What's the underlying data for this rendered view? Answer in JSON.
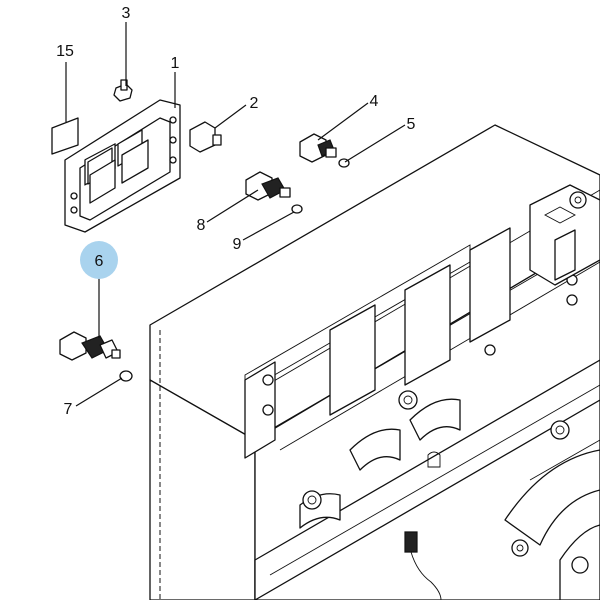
{
  "callouts": [
    {
      "id": "c1",
      "label": "1"
    },
    {
      "id": "c2",
      "label": "2"
    },
    {
      "id": "c3",
      "label": "3"
    },
    {
      "id": "c4",
      "label": "4"
    },
    {
      "id": "c5",
      "label": "5"
    },
    {
      "id": "c6",
      "label": "6"
    },
    {
      "id": "c7",
      "label": "7"
    },
    {
      "id": "c8",
      "label": "8"
    },
    {
      "id": "c9",
      "label": "9"
    },
    {
      "id": "c15",
      "label": "15"
    }
  ],
  "highlight": {
    "callout": "6",
    "color": "#a9d3ee"
  },
  "colors": {
    "line": "#111111",
    "background": "#ffffff"
  }
}
